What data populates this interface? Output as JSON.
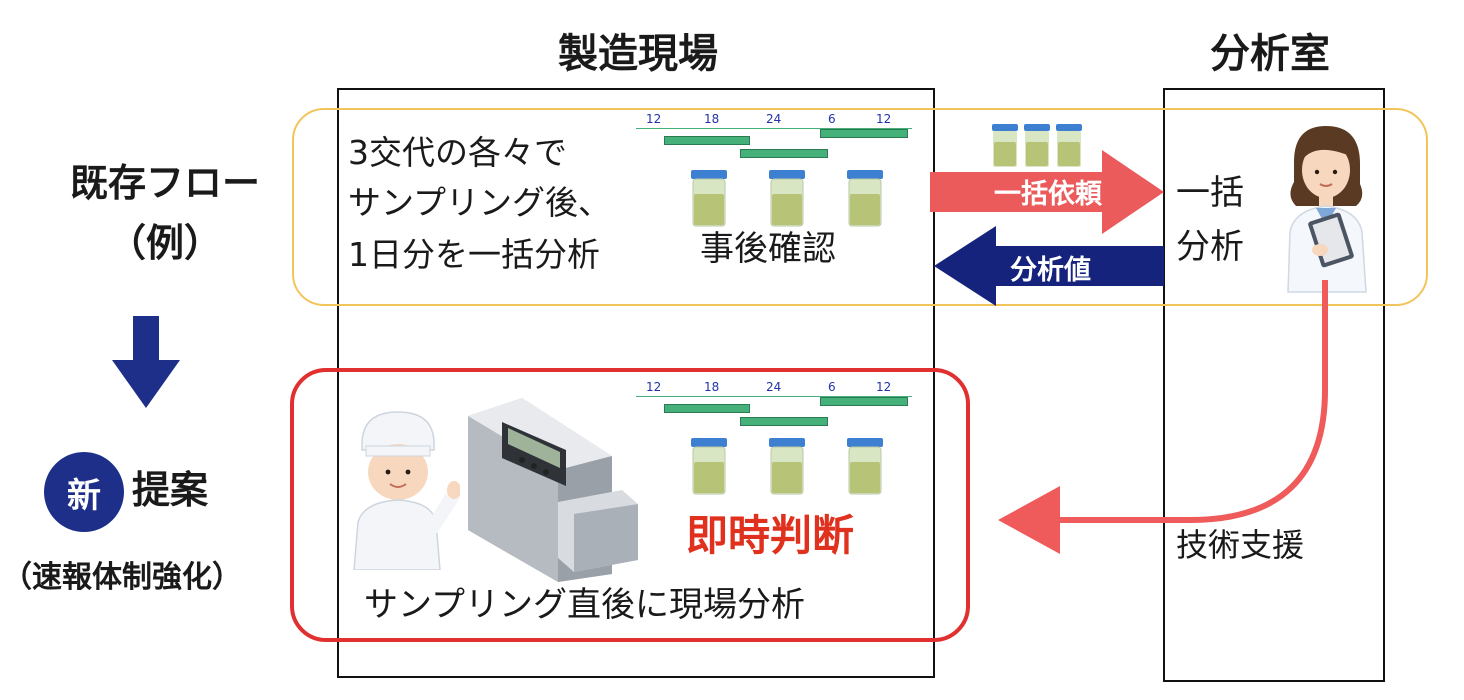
{
  "columns": {
    "factory_title": "製造現場",
    "lab_title": "分析室"
  },
  "left": {
    "existing_flow_line1": "既存フロー",
    "existing_flow_line2": "（例）",
    "new_badge": "新",
    "proposal": "提案",
    "proposal_sub": "（速報体制強化）"
  },
  "existing": {
    "line1": "3交代の各々で",
    "line2": "サンプリング後、",
    "line3": "1日分を一括分析",
    "post_check": "事後確認",
    "request_label": "一括依頼",
    "value_label": "分析値",
    "lab_line1": "一括",
    "lab_line2": "分析"
  },
  "proposal_box": {
    "instant": "即時判断",
    "caption": "サンプリング直後に現場分析"
  },
  "support_label": "技術支援",
  "timeline_ticks": [
    "12",
    "18",
    "24",
    "6",
    "12"
  ],
  "colors": {
    "existing_outline": "#f2c45a",
    "proposal_outline": "#e03030",
    "request_arrow": "#ec5b5b",
    "value_arrow": "#16237d",
    "flow_arrow": "#1e2f8a",
    "support_curve": "#ef5a5a",
    "instant_text": "#e0301e",
    "timeline_bar": "#45b07a"
  }
}
